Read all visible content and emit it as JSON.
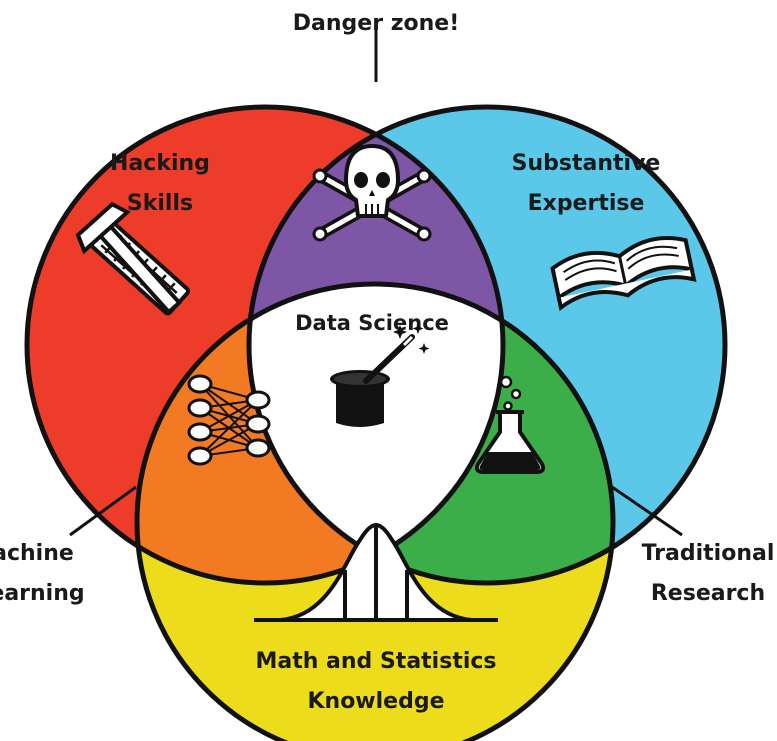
{
  "labels": {
    "danger": "Danger zone!",
    "hacking_1": "Hacking",
    "hacking_2": "Skills",
    "substantive_1": "Substantive",
    "substantive_2": "Expertise",
    "data_science": "Data Science",
    "math_1": "Math and Statistics",
    "math_2": "Knowledge",
    "ml_1": "Machine",
    "ml_2": "Learning",
    "tr_1": "Traditional",
    "tr_2": "Research"
  },
  "colors": {
    "hacking": "#ee3c2a",
    "substantive": "#5bc8ea",
    "math": "#ecdc1c",
    "danger_zone": "#7e56a6",
    "machine_learning": "#f27a22",
    "traditional_research": "#3cae49",
    "data_science": "#ffffff",
    "outline": "#111111"
  },
  "icons": {
    "hacking": "keyboard-hammer-icon",
    "substantive": "open-book-icon",
    "danger": "skull-crossbones-icon",
    "data_science": "magic-hat-wand-icon",
    "machine_learning": "neural-network-icon",
    "traditional_research": "flask-icon",
    "math": "bell-curve-icon"
  }
}
